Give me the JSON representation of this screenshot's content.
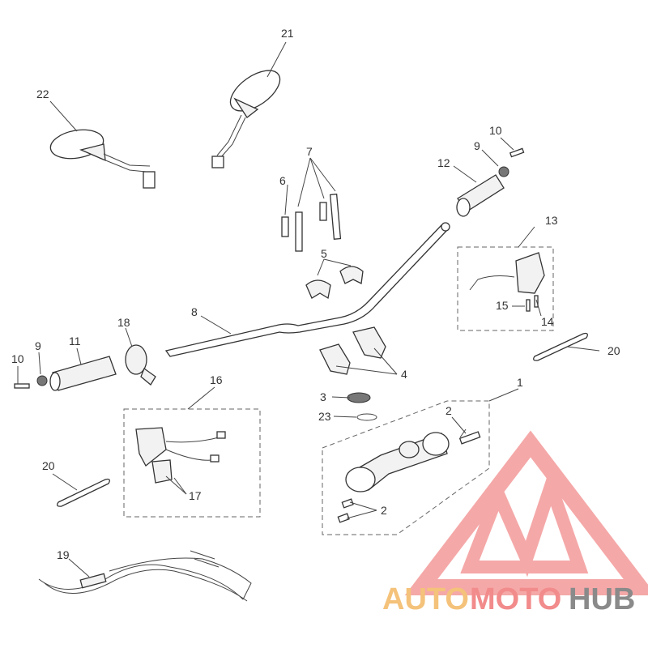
{
  "callouts": [
    {
      "id": "c1",
      "label": "1"
    },
    {
      "id": "c2a",
      "label": "2"
    },
    {
      "id": "c2b",
      "label": "2"
    },
    {
      "id": "c3",
      "label": "3"
    },
    {
      "id": "c4",
      "label": "4"
    },
    {
      "id": "c5",
      "label": "5"
    },
    {
      "id": "c6",
      "label": "6"
    },
    {
      "id": "c7",
      "label": "7"
    },
    {
      "id": "c8",
      "label": "8"
    },
    {
      "id": "c9a",
      "label": "9"
    },
    {
      "id": "c9b",
      "label": "9"
    },
    {
      "id": "c10a",
      "label": "10"
    },
    {
      "id": "c10b",
      "label": "10"
    },
    {
      "id": "c11",
      "label": "11"
    },
    {
      "id": "c12",
      "label": "12"
    },
    {
      "id": "c13",
      "label": "13"
    },
    {
      "id": "c14",
      "label": "14"
    },
    {
      "id": "c15",
      "label": "15"
    },
    {
      "id": "c16",
      "label": "16"
    },
    {
      "id": "c17",
      "label": "17"
    },
    {
      "id": "c18",
      "label": "18"
    },
    {
      "id": "c19",
      "label": "19"
    },
    {
      "id": "c20a",
      "label": "20"
    },
    {
      "id": "c20b",
      "label": "20"
    },
    {
      "id": "c21",
      "label": "21"
    },
    {
      "id": "c22",
      "label": "22"
    },
    {
      "id": "c23",
      "label": "23"
    }
  ],
  "watermark": {
    "part1": "AUTO",
    "part2": "MOTO",
    "part3": "HUB",
    "color_yellow": "#f4c27a",
    "color_pink": "#f28b8b",
    "color_gray": "#8a8a8a"
  }
}
